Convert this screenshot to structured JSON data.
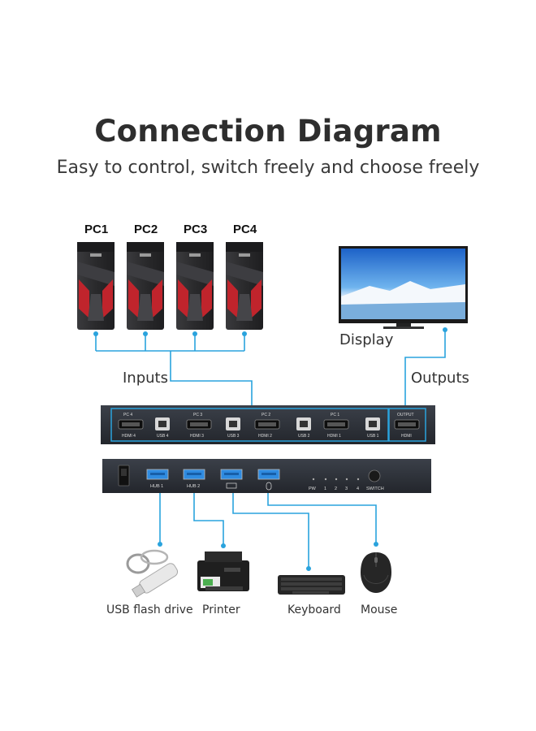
{
  "title": "Connection Diagram",
  "subtitle": "Easy to control, switch freely and choose freely",
  "pcs": [
    "PC1",
    "PC2",
    "PC3",
    "PC4"
  ],
  "display_label": "Display",
  "inputs_label": "Inputs",
  "outputs_label": "Outputs",
  "switch_back": {
    "ports": [
      {
        "pc": "PC 4",
        "hdmi": "HDMI 4",
        "usb": "USB 4"
      },
      {
        "pc": "PC 3",
        "hdmi": "HDMI 3",
        "usb": "USB 3"
      },
      {
        "pc": "PC 2",
        "hdmi": "HDMI 2",
        "usb": "USB 2"
      },
      {
        "pc": "PC 1",
        "hdmi": "HDMI 1",
        "usb": "USB 1"
      }
    ],
    "output_top": "OUTPUT",
    "output_bottom": "HDMI"
  },
  "switch_front": {
    "hub1": "HUB 1",
    "hub2": "HUB 2",
    "pw": "PW",
    "leds": [
      "1",
      "2",
      "3",
      "4"
    ],
    "switch_label": "SWITCH"
  },
  "devices": [
    "USB flash drive",
    "Printer",
    "Keyboard",
    "Mouse"
  ],
  "colors": {
    "line": "#2aa3dd",
    "title": "#2e2e2e",
    "case": "#2b2b2d",
    "case_accent": "#c0242c"
  }
}
